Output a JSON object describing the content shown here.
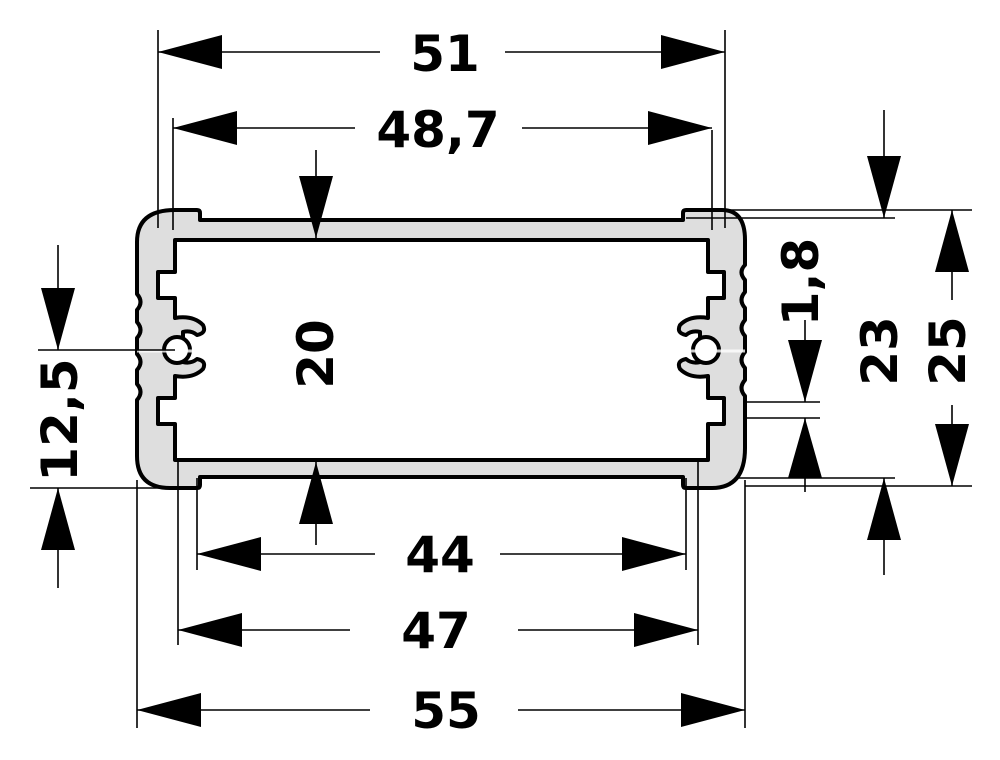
{
  "dimensions": {
    "outer_top_width": "51",
    "inner_top_width": "48,7",
    "bottom_slot_width": "44",
    "bottom_inner_width": "47",
    "overall_width": "55",
    "inner_height": "20",
    "slot_center_height": "12,5",
    "wall_thickness": "1,8",
    "body_height": "23",
    "overall_height": "25"
  },
  "colors": {
    "profile_fill": "#dedede",
    "line": "#000000",
    "background": "#ffffff"
  }
}
